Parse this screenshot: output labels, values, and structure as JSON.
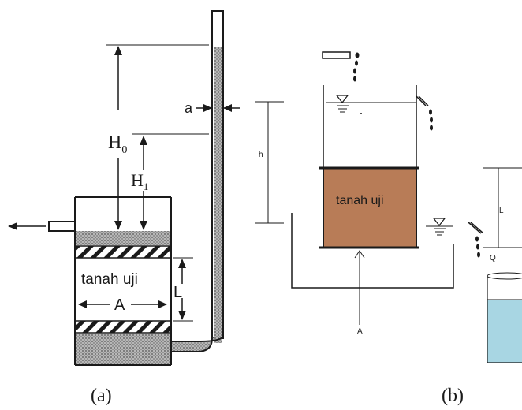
{
  "figure_a": {
    "caption": "(a)",
    "label_H0": "H",
    "label_H0_sub": "0",
    "label_H1": "H",
    "label_H1_sub": "1",
    "label_a": "a",
    "label_L": "L",
    "label_A": "A",
    "soil_label": "tanah uji"
  },
  "figure_b": {
    "caption": "(b)",
    "label_h": "h",
    "label_L": "L",
    "label_Q": "Q",
    "label_A": "A",
    "soil_label": "tanah uji"
  },
  "colors": {
    "soil_b": "#b87c57",
    "water_cylinder": "#a8d6e3",
    "line": "#1a1a1a"
  }
}
